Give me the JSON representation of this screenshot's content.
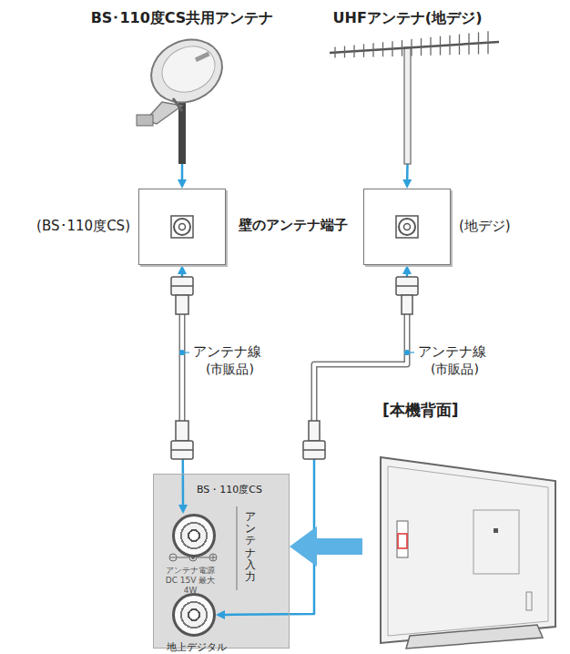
{
  "diagram": {
    "nodes": [
      {
        "text": [
          "BS･110度CS共用アンテナ"
        ]
      },
      {
        "text": [
          "UHFアンテナ(地デジ)"
        ]
      },
      {
        "text": [
          "(BS･110度CS)"
        ]
      },
      {
        "text": [
          "(地デジ)"
        ]
      },
      {
        "text": [
          "アンテナ入力",
          "アンテナ電源 DC 15V 最大 4W"
        ]
      },
      {
        "text": [
          "BS・110度CS"
        ],
        "in": 4
      },
      {
        "text": [
          "地上デジタル"
        ],
        "in": 4
      },
      {
        "text": [
          "[本機背面]"
        ]
      }
    ],
    "edges": [
      {
        "from": 0,
        "to": 2,
        "arrow": "to"
      },
      {
        "from": 1,
        "to": 3,
        "arrow": "to"
      },
      {
        "from": 2,
        "to": 5,
        "arrow": "both"
      },
      {
        "from": 3,
        "to": 6,
        "arrow": "both"
      },
      {
        "from": 7,
        "to": 4,
        "arrow": "to"
      }
    ],
    "labels": [
      "壁のアンテナ端子",
      "アンテナ線",
      "(市販品)",
      "アンテナ線",
      "(市販品)"
    ]
  }
}
